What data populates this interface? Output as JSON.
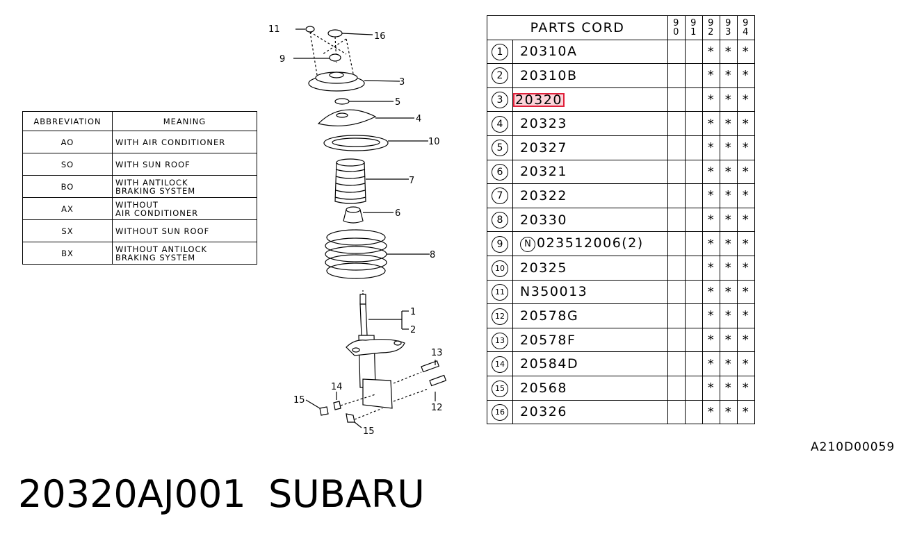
{
  "abbreviation_table": {
    "header": {
      "abbreviation": "ABBREVIATION",
      "meaning": "MEANING"
    },
    "rows": [
      {
        "abbr": "AO",
        "line1": "WITH AIR CONDITIONER",
        "line2": ""
      },
      {
        "abbr": "SO",
        "line1": "WITH SUN ROOF",
        "line2": ""
      },
      {
        "abbr": "BO",
        "line1": "WITH ANTILOCK",
        "line2": "BRAKING SYSTEM"
      },
      {
        "abbr": "AX",
        "line1": "WITHOUT",
        "line2": "AIR CONDITIONER"
      },
      {
        "abbr": "SX",
        "line1": "WITHOUT SUN ROOF",
        "line2": ""
      },
      {
        "abbr": "BX",
        "line1": "WITHOUT ANTILOCK",
        "line2": "BRAKING SYSTEM"
      }
    ]
  },
  "parts_table": {
    "header": "PARTS CORD",
    "years": [
      [
        "9",
        "0"
      ],
      [
        "9",
        "1"
      ],
      [
        "9",
        "2"
      ],
      [
        "9",
        "3"
      ],
      [
        "9",
        "4"
      ]
    ],
    "mark": "*",
    "rows": [
      {
        "num": "1",
        "code": "20310A",
        "years": [
          "",
          "",
          "*",
          "*",
          "*"
        ]
      },
      {
        "num": "2",
        "code": "20310B",
        "years": [
          "",
          "",
          "*",
          "*",
          "*"
        ]
      },
      {
        "num": "3",
        "code": "20320",
        "years": [
          "",
          "",
          "*",
          "*",
          "*"
        ],
        "highlight": true
      },
      {
        "num": "4",
        "code": "20323",
        "years": [
          "",
          "",
          "*",
          "*",
          "*"
        ]
      },
      {
        "num": "5",
        "code": "20327",
        "years": [
          "",
          "",
          "*",
          "*",
          "*"
        ]
      },
      {
        "num": "6",
        "code": "20321",
        "years": [
          "",
          "",
          "*",
          "*",
          "*"
        ]
      },
      {
        "num": "7",
        "code": "20322",
        "years": [
          "",
          "",
          "*",
          "*",
          "*"
        ]
      },
      {
        "num": "8",
        "code": "20330",
        "years": [
          "",
          "",
          "*",
          "*",
          "*"
        ]
      },
      {
        "num": "9",
        "prefix": "N",
        "code": "023512006(2)",
        "years": [
          "",
          "",
          "*",
          "*",
          "*"
        ]
      },
      {
        "num": "10",
        "code": "20325",
        "years": [
          "",
          "",
          "*",
          "*",
          "*"
        ]
      },
      {
        "num": "11",
        "code": "N350013",
        "years": [
          "",
          "",
          "*",
          "*",
          "*"
        ]
      },
      {
        "num": "12",
        "code": "20578G",
        "years": [
          "",
          "",
          "*",
          "*",
          "*"
        ]
      },
      {
        "num": "13",
        "code": "20578F",
        "years": [
          "",
          "",
          "*",
          "*",
          "*"
        ]
      },
      {
        "num": "14",
        "code": "20584D",
        "years": [
          "",
          "",
          "*",
          "*",
          "*"
        ]
      },
      {
        "num": "15",
        "code": "20568",
        "years": [
          "",
          "",
          "*",
          "*",
          "*"
        ]
      },
      {
        "num": "16",
        "code": "20326",
        "years": [
          "",
          "",
          "*",
          "*",
          "*"
        ]
      }
    ]
  },
  "diagram": {
    "callouts": [
      "11",
      "16",
      "9",
      "3",
      "5",
      "4",
      "10",
      "7",
      "6",
      "8",
      "1",
      "2",
      "13",
      "14",
      "15",
      "12",
      "15"
    ]
  },
  "reference_code": "A210D00059",
  "part_number": "20320AJ001",
  "brand": "SUBARU",
  "colors": {
    "highlight_border": "#e0203a",
    "highlight_fill": "rgba(240,60,80,0.22)",
    "ink": "#000000"
  }
}
